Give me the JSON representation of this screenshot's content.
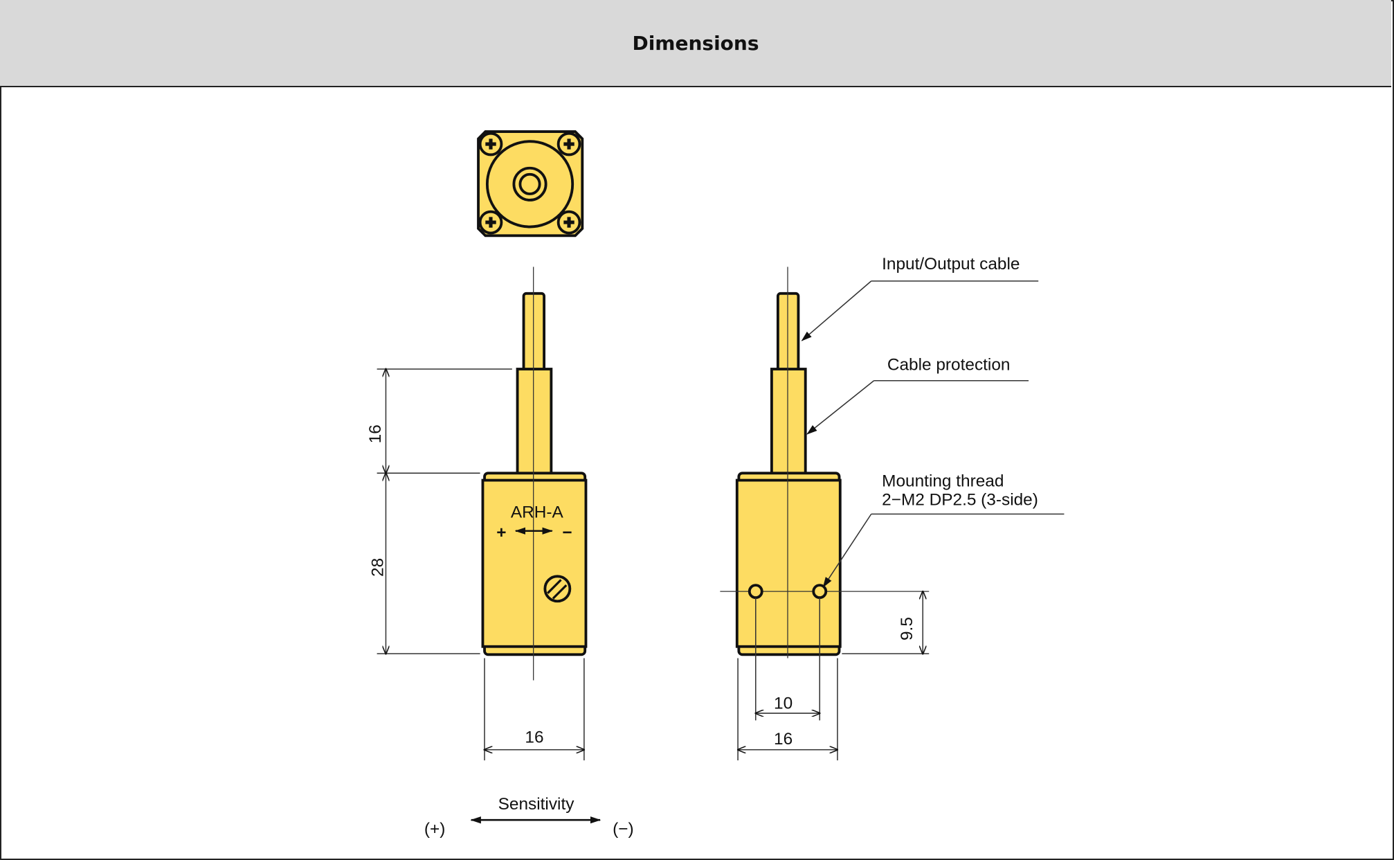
{
  "header": {
    "title": "Dimensions"
  },
  "drawing": {
    "model_label": "ARH-A",
    "plus_sign": "+",
    "minus_sign": "−",
    "dimensions": {
      "cable_protection_length": "16",
      "body_height": "28",
      "body_width_front": "16",
      "body_width_side": "16",
      "hole_spacing": "10",
      "hole_height": "9.5"
    },
    "callouts": {
      "cable": "Input/Output cable",
      "protection": "Cable protection",
      "thread_line1": "Mounting thread",
      "thread_line2": "2−M2 DP2.5 (3-side)"
    },
    "sensitivity": {
      "label": "Sensitivity",
      "plus": "(+)",
      "minus": "(−)"
    }
  }
}
